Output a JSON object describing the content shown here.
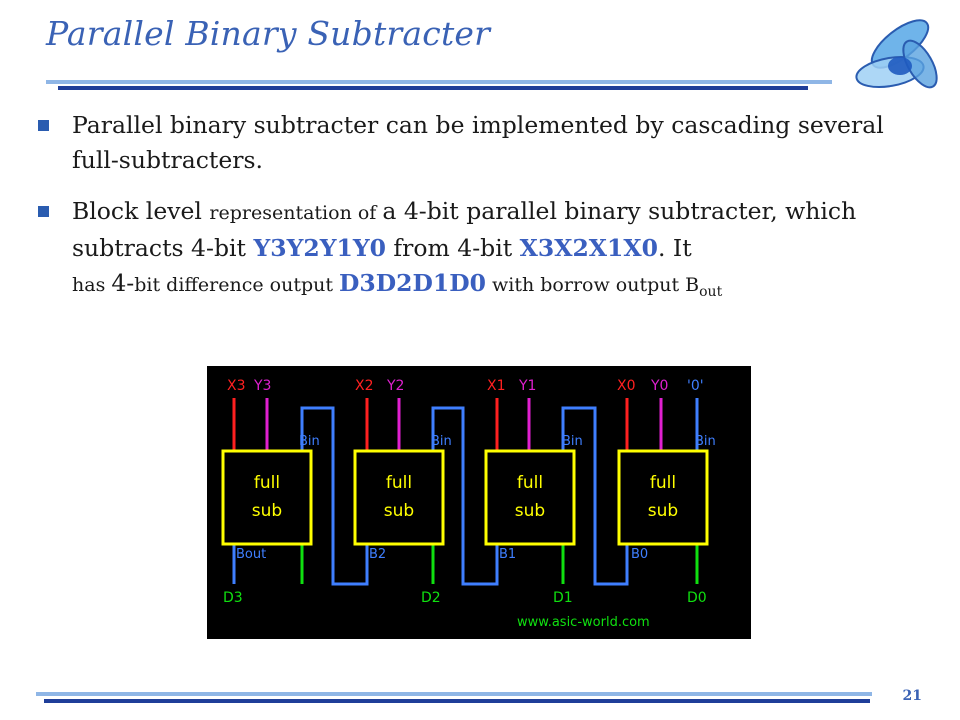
{
  "slide": {
    "title": "Parallel Binary Subtracter",
    "page_number": "21"
  },
  "bullets": [
    {
      "text": "Parallel binary subtracter can be implemented by cascading several full-subtracters."
    },
    {
      "p1": "Block level ",
      "p2": "representation of ",
      "p3": "a 4-bit parallel binary subtracter, which subtracts 4-bit ",
      "y_word": "Y3Y2Y1Y0",
      "p4": " from 4-bit ",
      "x_word": "X3X2X1X0",
      "p5": ". It",
      "p6": "has ",
      "p7": "4-",
      "p8": "bit difference output ",
      "d_word": "D3D2D1D0",
      "p9": " with borrow output B",
      "sub": "out"
    }
  ],
  "diagram": {
    "top_labels": {
      "x3": "X3",
      "y3": "Y3",
      "x2": "X2",
      "y2": "Y2",
      "x1": "X1",
      "y1": "Y1",
      "x0": "X0",
      "y0": "Y0",
      "zero": "'0'"
    },
    "bin_label": "Bin",
    "block_line1": "full",
    "block_line2": "sub",
    "bottom_labels": {
      "bout": "Bout",
      "b2": "B2",
      "b1": "B1",
      "b0": "B0"
    },
    "outputs": {
      "d3": "D3",
      "d2": "D2",
      "d1": "D1",
      "d0": "D0"
    },
    "watermark": "www.asic-world.com",
    "colors": {
      "background": "#000000",
      "x_wire": "#ff2020",
      "y_wire": "#e020d0",
      "borrow_wire": "#3f7fff",
      "diff_wire": "#10e010",
      "block": "#ffff00"
    }
  },
  "colors": {
    "title": "#3a62b5",
    "bullet": "#2a5cb0",
    "highlight": "#3a5fbf",
    "rule_light": "#8fb6e6",
    "rule_dark": "#1f3e99"
  }
}
